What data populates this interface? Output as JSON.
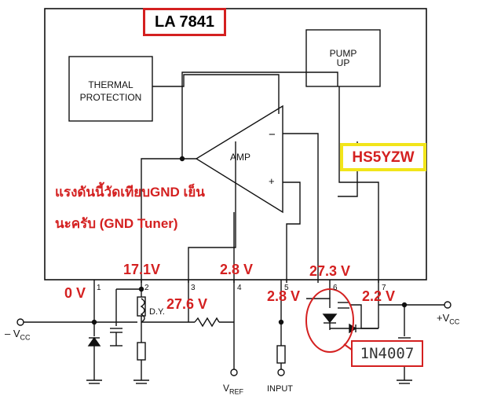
{
  "chip": {
    "title": "LA 7841"
  },
  "blocks": {
    "pump_up": "PUMP\nUP",
    "thermal": "THERMAL\nPROTECTION",
    "amp": "AMP",
    "amp_minus": "−",
    "amp_plus": "+"
  },
  "author_tag": "HS5YZW",
  "note": {
    "line1": "แรงดันนี้วัดเทียบGND เย็น",
    "line2": "นะครับ   (GND Tuner)"
  },
  "voltages": {
    "pin1": "0 V",
    "pin2": "17.1V",
    "pin3": "27.6 V",
    "pin4": "2.8 V",
    "pin5": "2.8 V",
    "pin6": "27.3 V",
    "pin7": "2.2 V"
  },
  "pins": [
    "1",
    "2",
    "3",
    "4",
    "5",
    "6",
    "7"
  ],
  "terminals": {
    "neg_vcc": "– V",
    "neg_vcc_sub": "CC",
    "pos_vcc": "+V",
    "pos_vcc_sub": "CC",
    "vref": "V",
    "vref_sub": "REF",
    "input": "INPUT",
    "dy": "D.Y."
  },
  "diode_part": "1N4007",
  "colors": {
    "highlight": "#d42020",
    "author_border": "#f2e51a",
    "line": "#111111"
  }
}
